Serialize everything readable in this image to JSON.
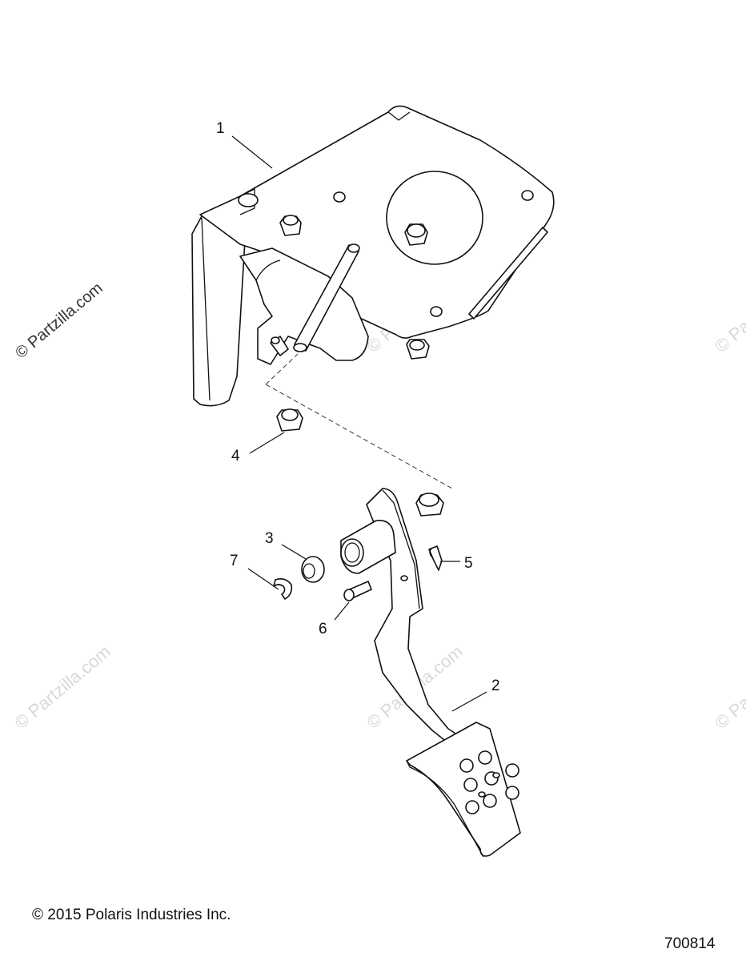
{
  "watermarks": {
    "main": "© Partzilla.com",
    "faint": "© Partzilla.com"
  },
  "callouts": {
    "c1": "1",
    "c2": "2",
    "c3": "3",
    "c4": "4",
    "c5": "5",
    "c6": "6",
    "c7": "7"
  },
  "footer": {
    "copyright": "© 2015 Polaris Industries Inc.",
    "diagram_number": "700814"
  }
}
